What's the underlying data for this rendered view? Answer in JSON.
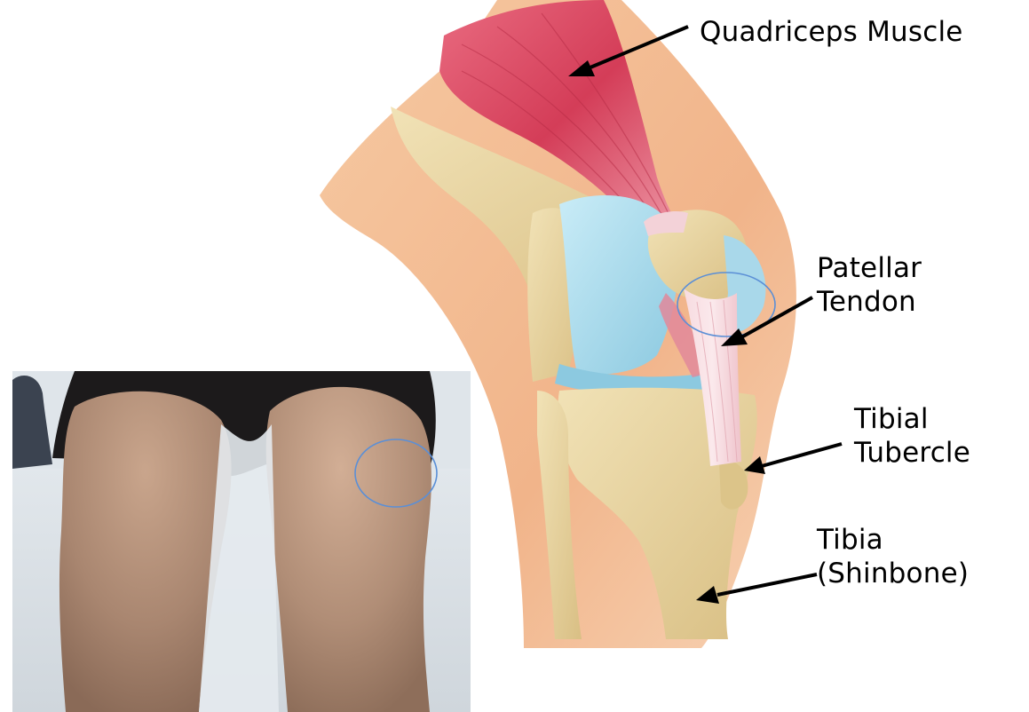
{
  "labels": {
    "quadriceps": "Quadriceps Muscle",
    "patellar_line1": "Patellar",
    "patellar_line2": "Tendon",
    "tibial_tubercle_line1": "Tibial",
    "tibial_tubercle_line2": "Tubercle",
    "tibia_line1": "Tibia",
    "tibia_line2": "(Shinbone)"
  },
  "colors": {
    "skin": "#f2b98c",
    "skin_light": "#f8d3b2",
    "bone": "#e8d4a0",
    "muscle": "#d9445e",
    "tendon": "#f4cfd6",
    "cartilage": "#a9d8ea",
    "highlight_circle": "#5b8fd6",
    "arrow": "#000000"
  },
  "icons": {
    "arrow": "arrow-icon",
    "highlight": "highlight-circle-icon"
  }
}
